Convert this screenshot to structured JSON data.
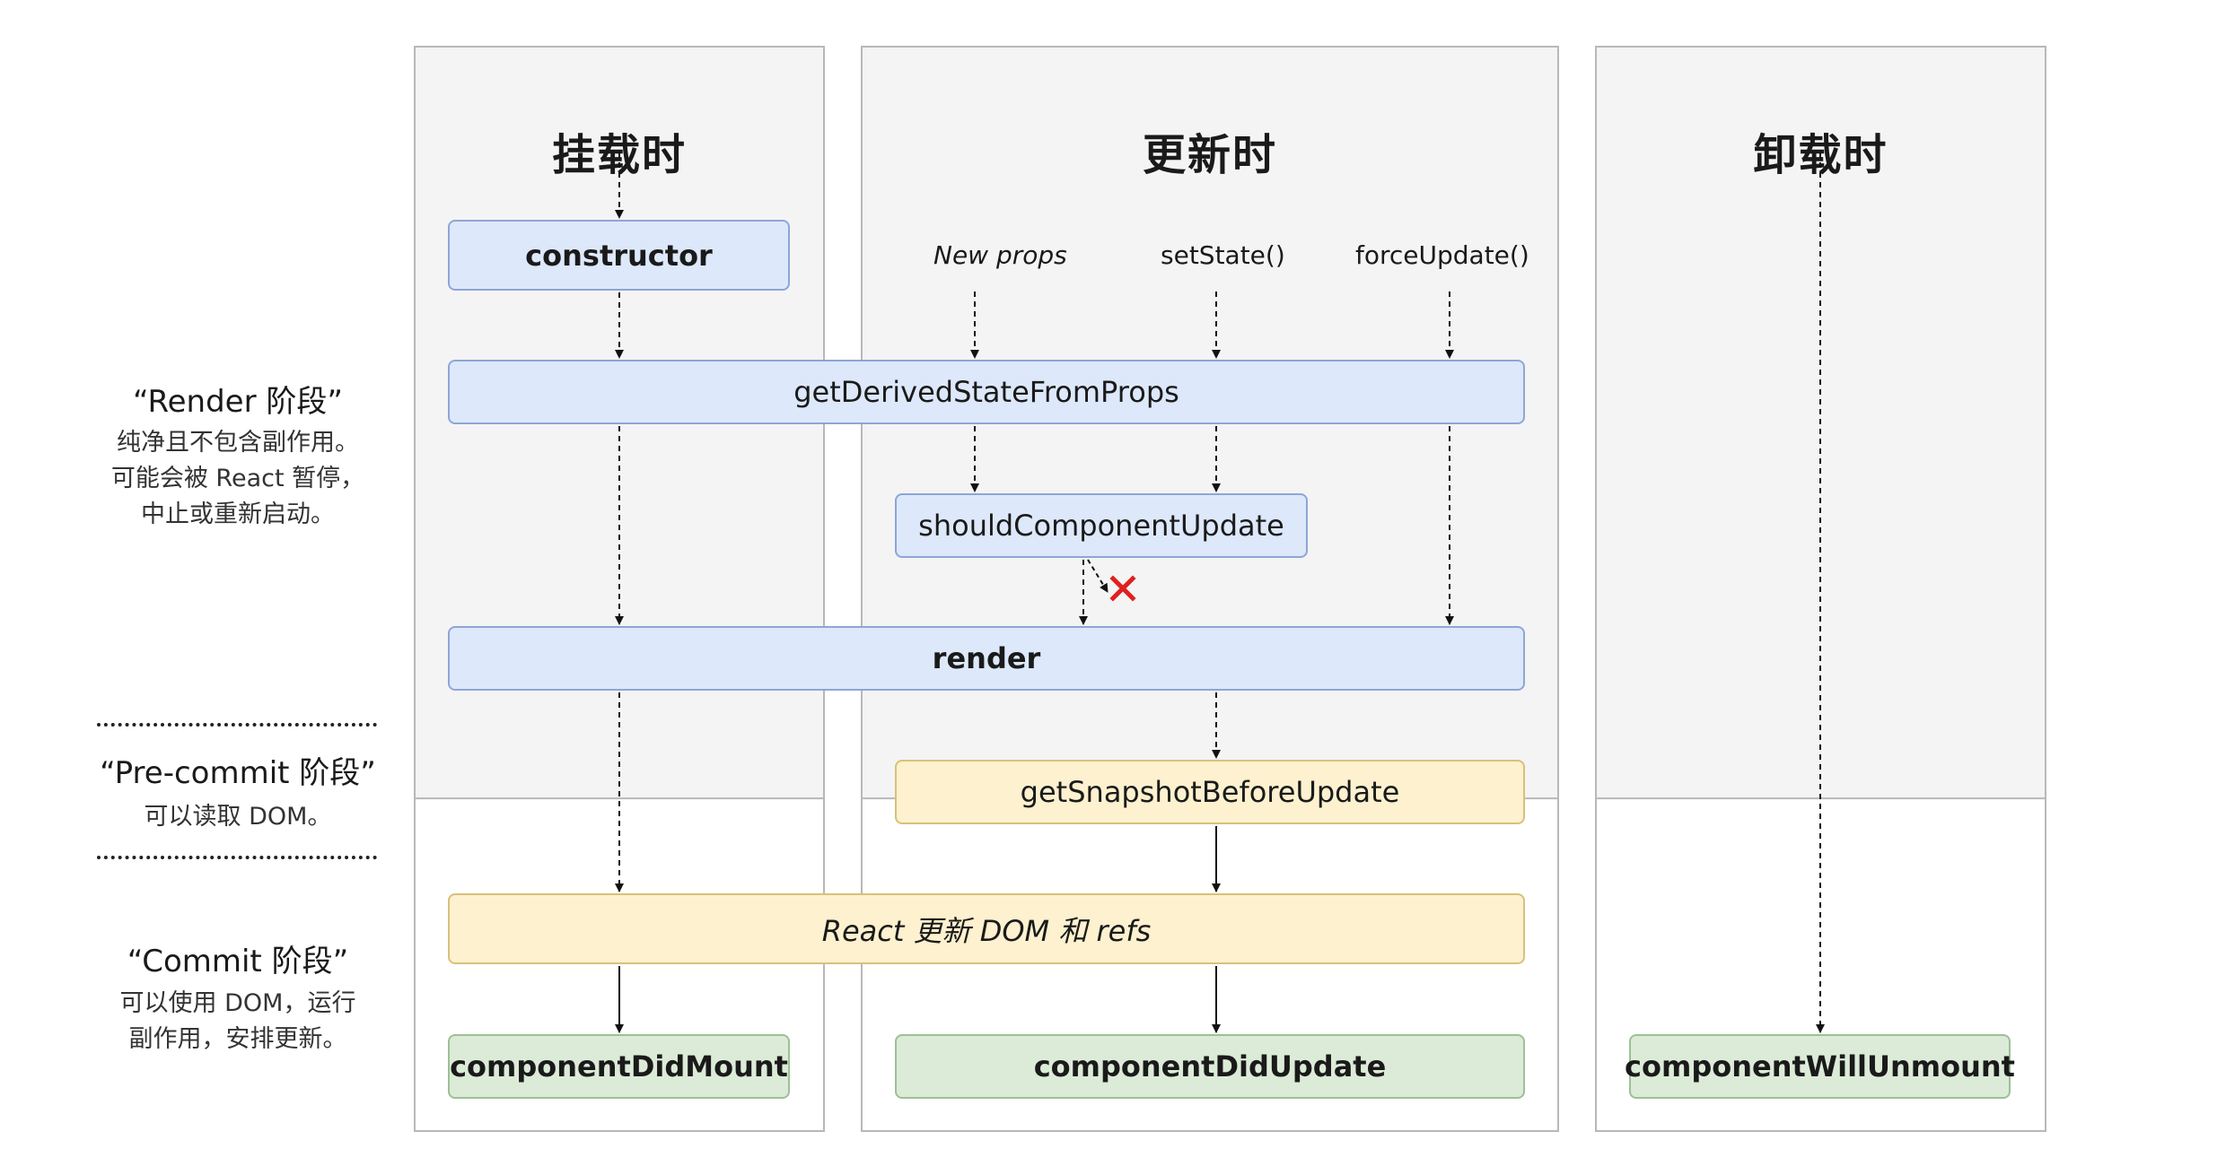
{
  "columns": {
    "mount": "挂载时",
    "update": "更新时",
    "unmount": "卸载时"
  },
  "phases": {
    "render": {
      "title": "“Render 阶段”",
      "desc": [
        "纯净且不包含副作用。",
        "可能会被 React 暂停，",
        "中止或重新启动。"
      ]
    },
    "precommit": {
      "title": "“Pre-commit 阶段”",
      "desc": [
        "可以读取 DOM。"
      ]
    },
    "commit": {
      "title": "“Commit 阶段”",
      "desc": [
        "可以使用 DOM，运行",
        "副作用，安排更新。"
      ]
    }
  },
  "triggers": {
    "new_props": "New props",
    "set_state": "setState()",
    "force_update": "forceUpdate()"
  },
  "methods": {
    "constructor": "constructor",
    "get_derived_state_from_props": "getDerivedStateFromProps",
    "should_component_update": "shouldComponentUpdate",
    "render": "render",
    "get_snapshot_before_update": "getSnapshotBeforeUpdate",
    "react_updates_dom": "React 更新 DOM 和 refs",
    "component_did_mount": "componentDidMount",
    "component_did_update": "componentDidUpdate",
    "component_will_unmount": "componentWillUnmount"
  },
  "colors": {
    "render_phase_box": "#dde8fb",
    "precommit_box": "#fdf1cf",
    "commit_box": "#dcebd8",
    "cancel_mark": "#e02020"
  },
  "icons": {
    "cancel": "cross-mark-icon"
  }
}
